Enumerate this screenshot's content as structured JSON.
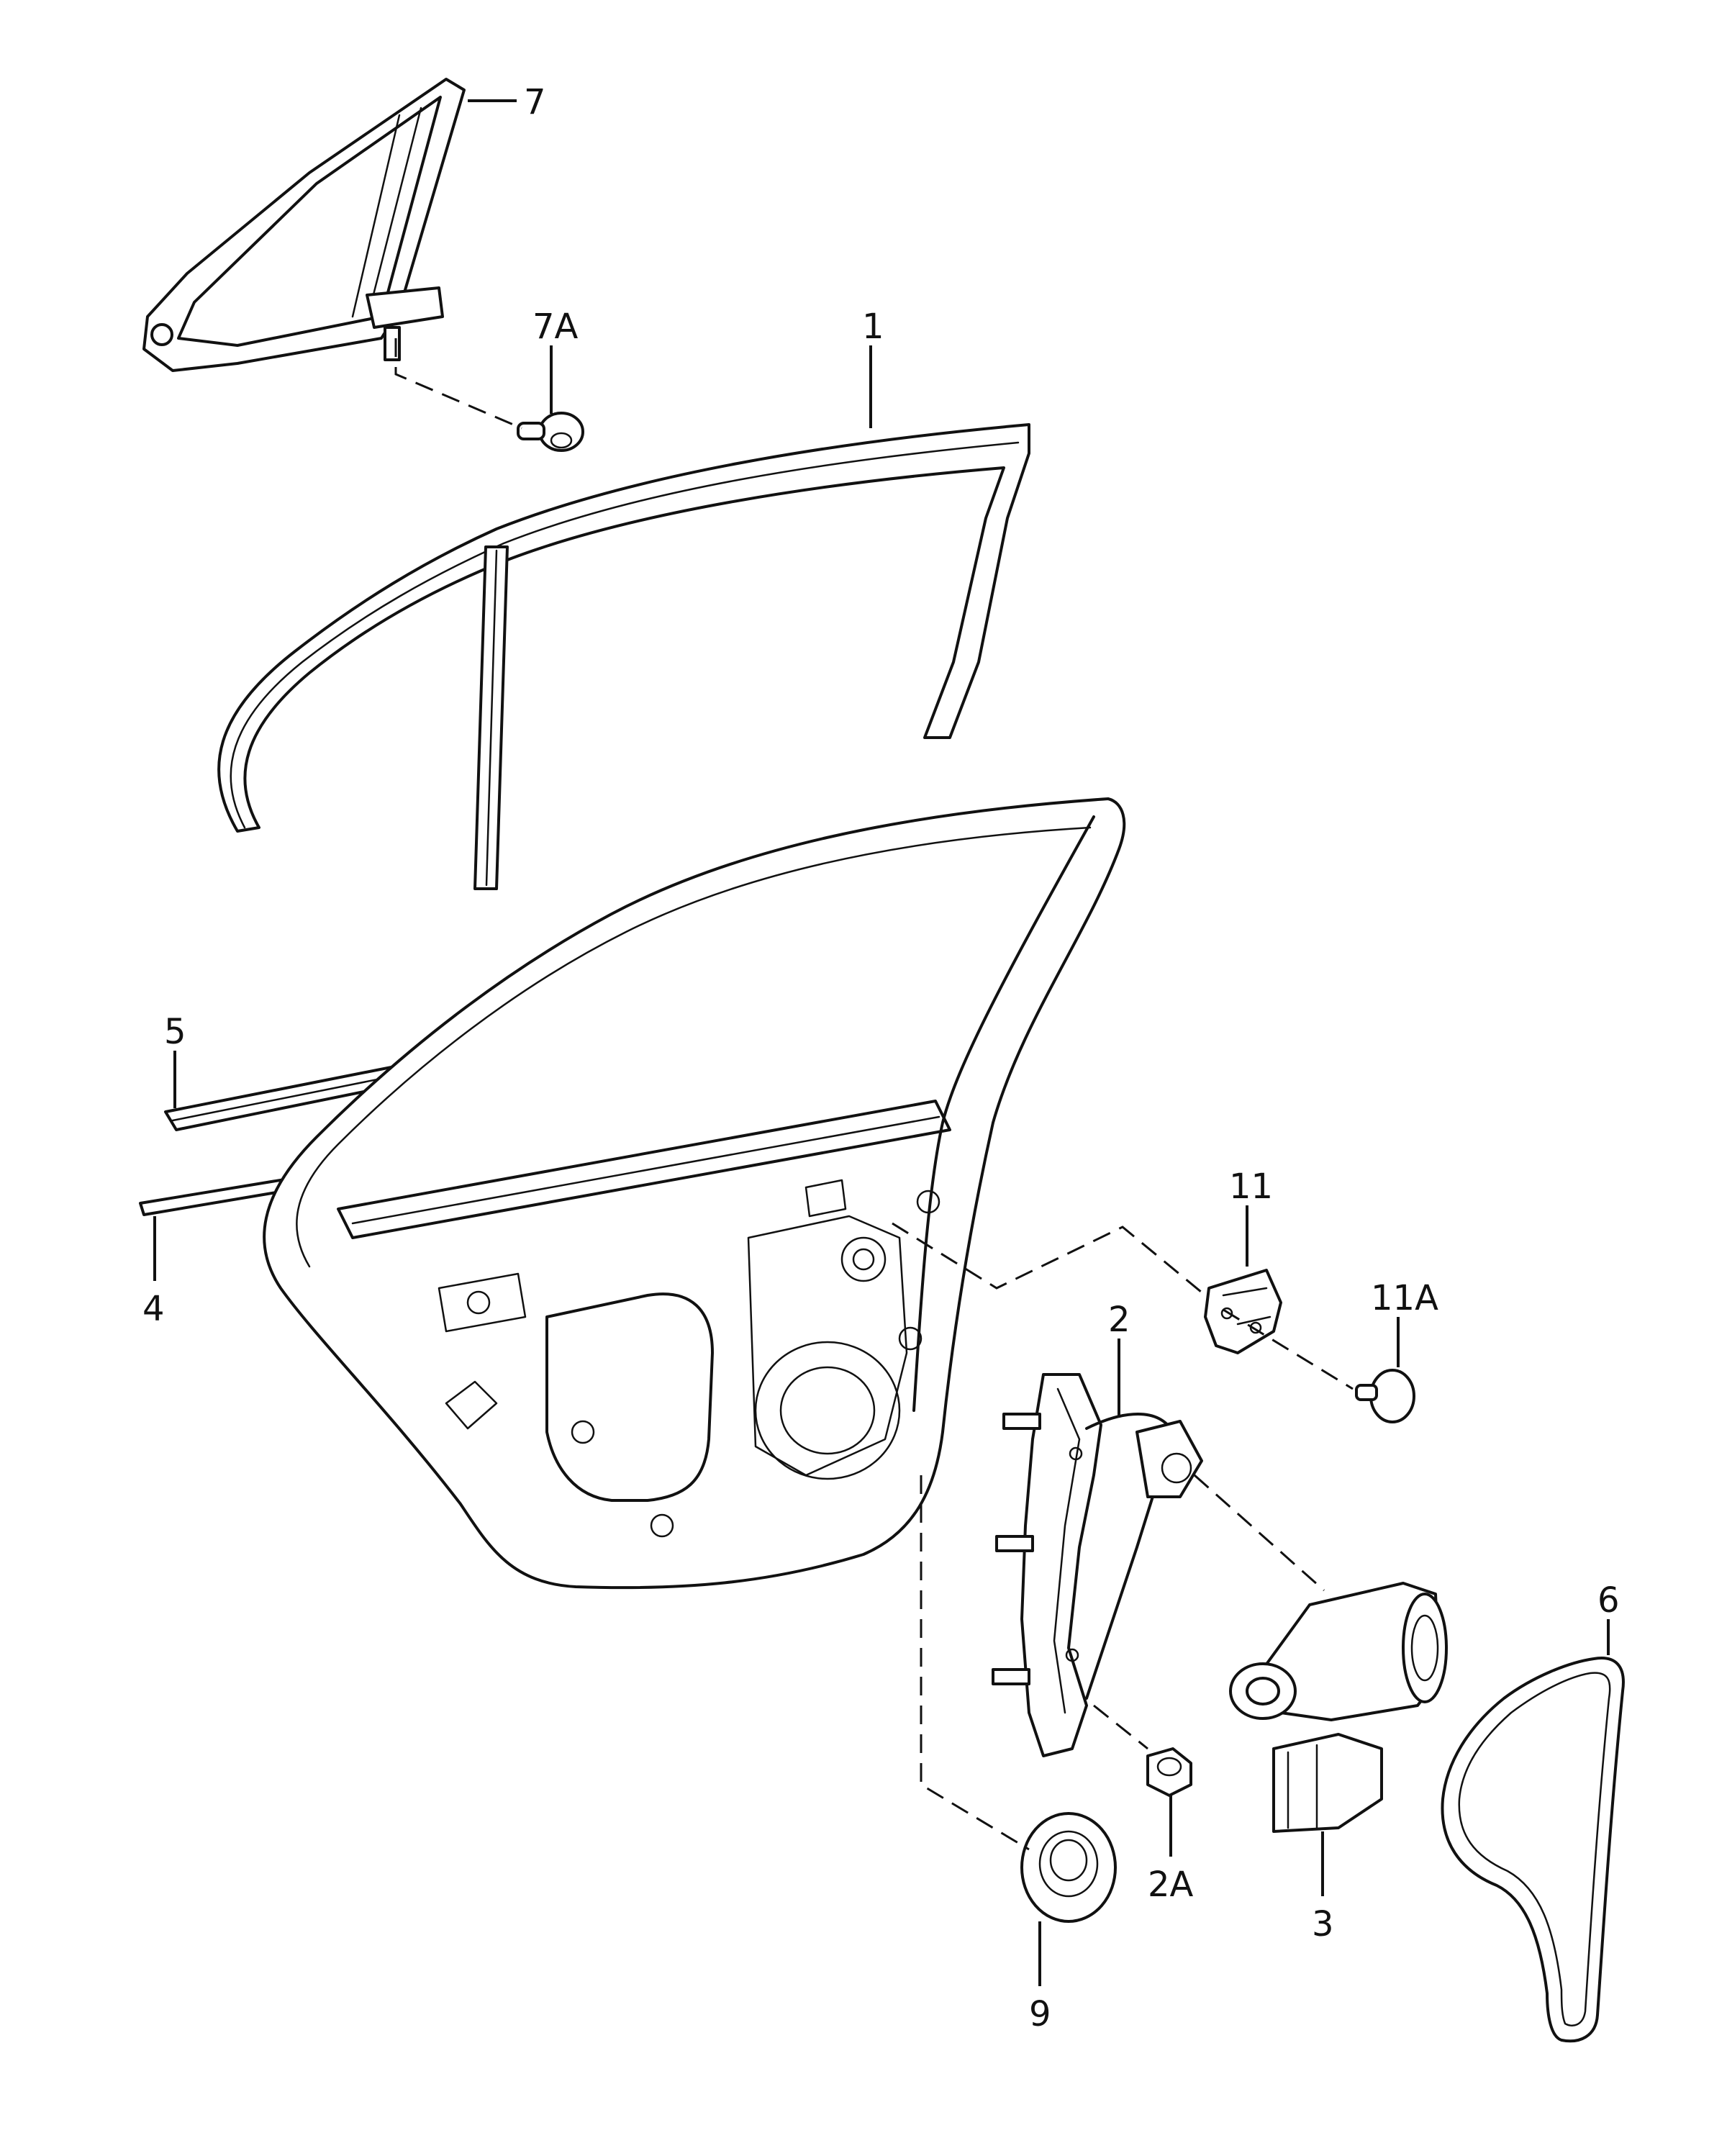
{
  "callouts": [
    {
      "id": "1",
      "label": "1"
    },
    {
      "id": "2",
      "label": "2"
    },
    {
      "id": "2A",
      "label": "2A"
    },
    {
      "id": "3",
      "label": "3"
    },
    {
      "id": "4",
      "label": "4"
    },
    {
      "id": "5",
      "label": "5"
    },
    {
      "id": "6",
      "label": "6"
    },
    {
      "id": "7",
      "label": "7"
    },
    {
      "id": "7A",
      "label": "7A"
    },
    {
      "id": "9",
      "label": "9"
    },
    {
      "id": "11",
      "label": "11"
    },
    {
      "id": "11A",
      "label": "11A"
    }
  ]
}
